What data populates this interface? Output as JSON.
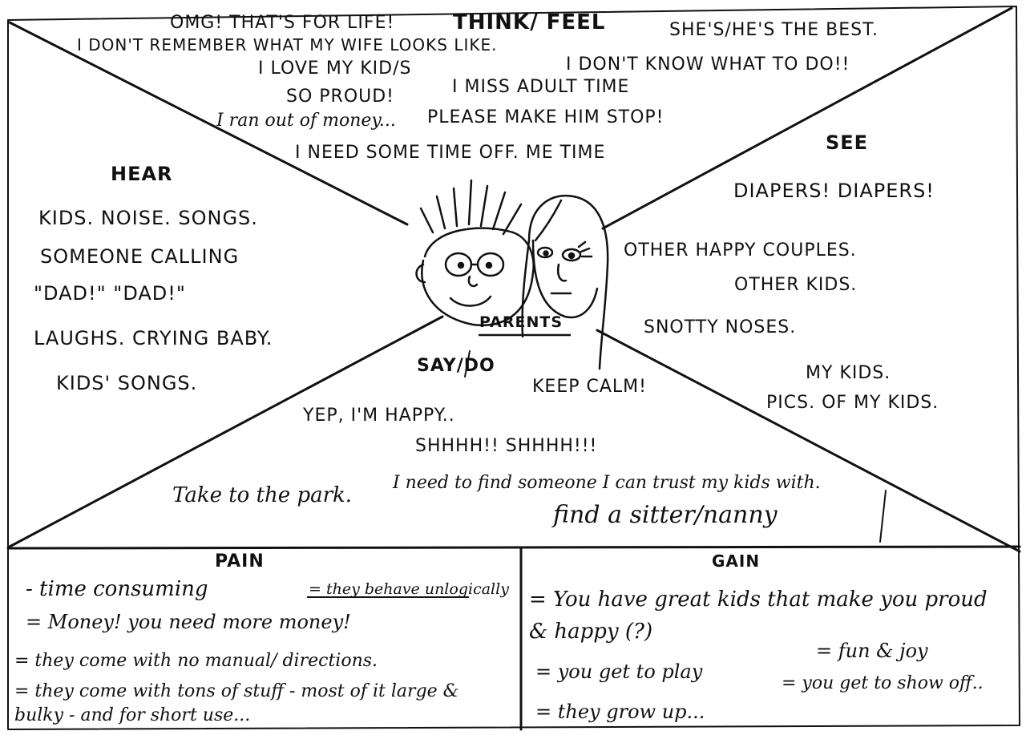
{
  "think_feel": {
    "header": "THINK/ FEEL",
    "items": [
      "OMG! THAT'S FOR LIFE!",
      "SHE'S/HE'S THE BEST.",
      "I DON'T REMEMBER WHAT MY WIFE LOOKS LIKE.",
      "I LOVE MY KID/S",
      "I DON'T KNOW WHAT TO DO!!",
      "SO PROUD!",
      "I MISS ADULT TIME",
      "I ran out of money...",
      "PLEASE MAKE HIM STOP!",
      "I NEED SOME TIME OFF. ME TIME"
    ]
  },
  "hear": {
    "header": "HEAR",
    "items": [
      "KIDS. NOISE. SONGS.",
      "SOMEONE CALLING",
      "\"DAD!\" \"DAD!\"",
      "LAUGHS. CRYING BABY.",
      "KIDS' SONGS."
    ]
  },
  "see": {
    "header": "SEE",
    "items": [
      "DIAPERS! DIAPERS!",
      "OTHER HAPPY COUPLES.",
      "OTHER KIDS.",
      "SNOTTY NOSES.",
      "MY KIDS.",
      "PICS. OF MY KIDS."
    ]
  },
  "center": {
    "label": "PARENTS"
  },
  "say_do": {
    "header": "SAY/DO",
    "items": [
      "KEEP CALM!",
      "YEP, I'M HAPPY..",
      "SHHHH!! SHHHH!!!",
      "Take to the park.",
      "I need to find someone I can trust my kids with.",
      "find a sitter/nanny"
    ]
  },
  "pain": {
    "header": "PAIN",
    "items": [
      "- time consuming",
      "= they behave unlogically",
      "= Money! you need more money!",
      "= they come with no manual/ directions.",
      "= they come with tons of stuff - most of it large & bulky - and for short use..."
    ]
  },
  "gain": {
    "header": "GAIN",
    "items": [
      "= You have great kids that make you proud & happy (?)",
      "= fun & joy",
      "= you get to play",
      "= you get to show off..",
      "= they grow up..."
    ]
  },
  "colors": {
    "ink": "#111111",
    "paper": "#ffffff"
  }
}
